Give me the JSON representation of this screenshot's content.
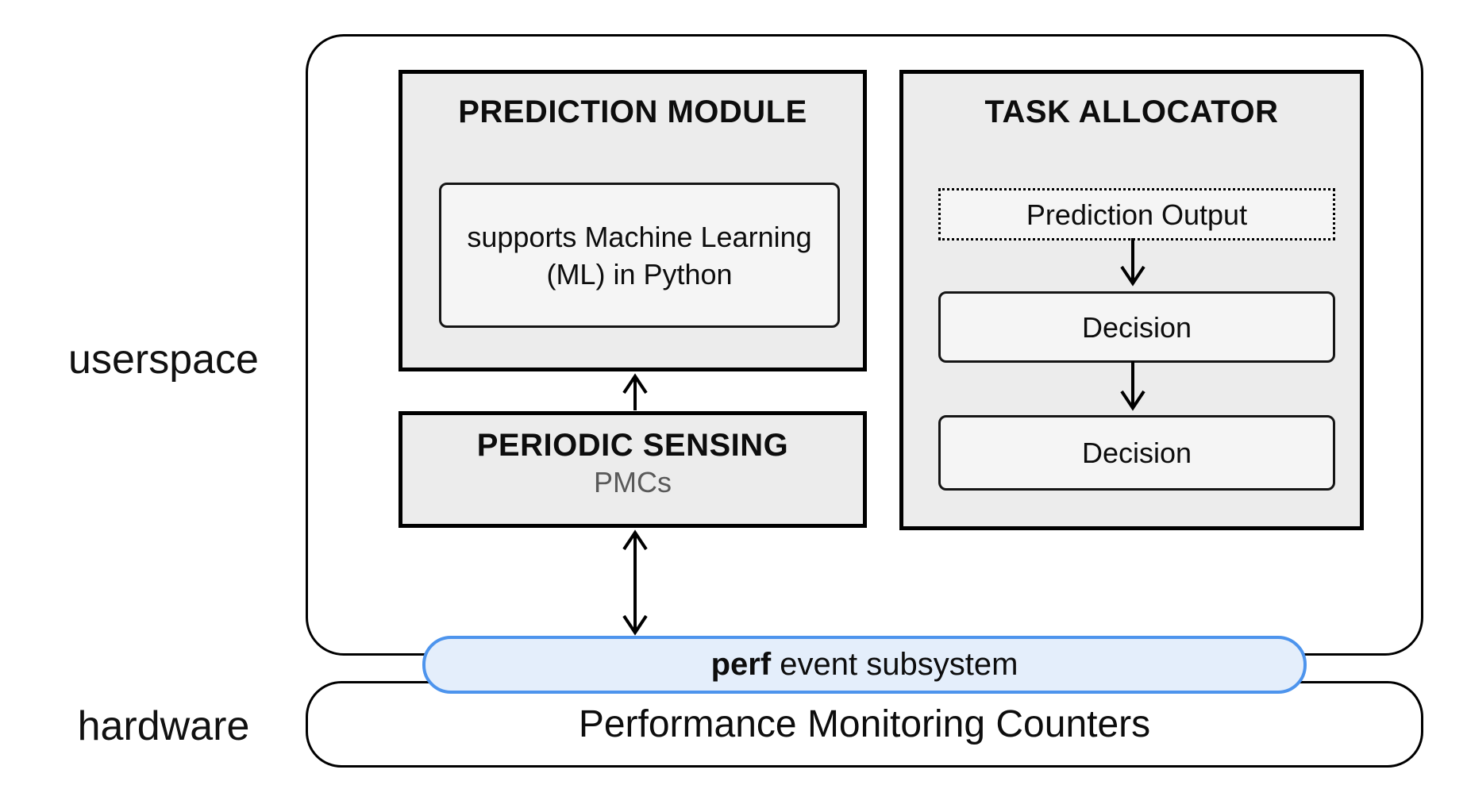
{
  "labels": {
    "userspace": "userspace",
    "hardware": "hardware"
  },
  "prediction_module": {
    "title": "PREDICTION MODULE",
    "body_line1": "supports Machine Learning",
    "body_line2": "(ML) in Python"
  },
  "task_allocator": {
    "title": "TASK ALLOCATOR",
    "prediction_output": "Prediction Output",
    "decisions": [
      "Decision",
      "Decision"
    ]
  },
  "periodic_sensing": {
    "title": "PERIODIC SENSING",
    "subtitle": "PMCs"
  },
  "perf_subsystem": {
    "name_bold": "perf",
    "name_rest": " event subsystem"
  },
  "hardware_box": {
    "label": "Performance Monitoring Counters"
  },
  "colors": {
    "box_fill": "#ececec",
    "inner_fill": "#f5f5f5",
    "pill_fill": "#e4eefb",
    "pill_border": "#4d94ed",
    "text": "#0d0d0d",
    "muted_text": "#595959"
  }
}
